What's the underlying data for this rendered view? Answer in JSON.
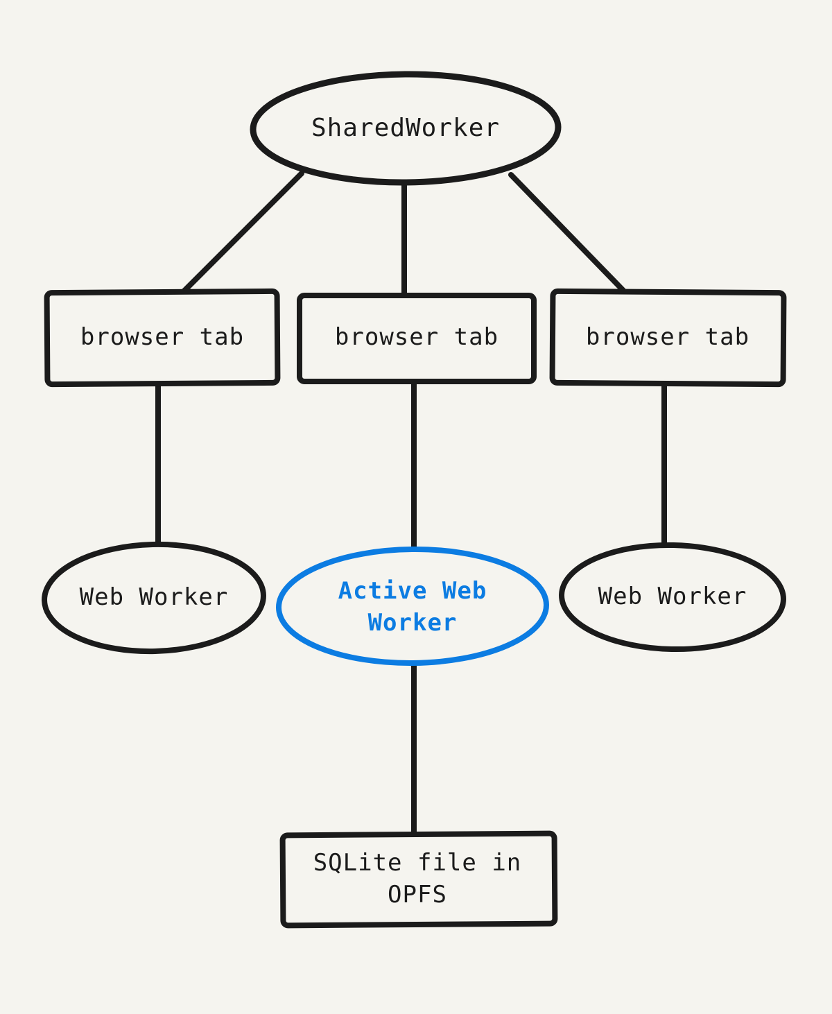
{
  "colors": {
    "background": "#f5f4ef",
    "stroke": "#1b1b1b",
    "accent": "#0c7ce2"
  },
  "nodes": {
    "shared_worker": {
      "label": "SharedWorker",
      "shape": "ellipse"
    },
    "browser_tabs": [
      {
        "label": "browser tab",
        "shape": "rect"
      },
      {
        "label": "browser tab",
        "shape": "rect"
      },
      {
        "label": "browser tab",
        "shape": "rect"
      }
    ],
    "web_workers": [
      {
        "label": "Web Worker",
        "shape": "ellipse",
        "highlighted": false
      },
      {
        "label": "Active Web Worker",
        "shape": "ellipse",
        "highlighted": true
      },
      {
        "label": "Web Worker",
        "shape": "ellipse",
        "highlighted": false
      }
    ],
    "sqlite_file": {
      "label": "SQLite file in OPFS",
      "shape": "rect"
    }
  },
  "edges": [
    {
      "from": "shared_worker",
      "to": "browser_tabs.0"
    },
    {
      "from": "shared_worker",
      "to": "browser_tabs.1"
    },
    {
      "from": "shared_worker",
      "to": "browser_tabs.2"
    },
    {
      "from": "browser_tabs.0",
      "to": "web_workers.0"
    },
    {
      "from": "browser_tabs.1",
      "to": "web_workers.1"
    },
    {
      "from": "browser_tabs.2",
      "to": "web_workers.2"
    },
    {
      "from": "web_workers.1",
      "to": "sqlite_file"
    }
  ]
}
